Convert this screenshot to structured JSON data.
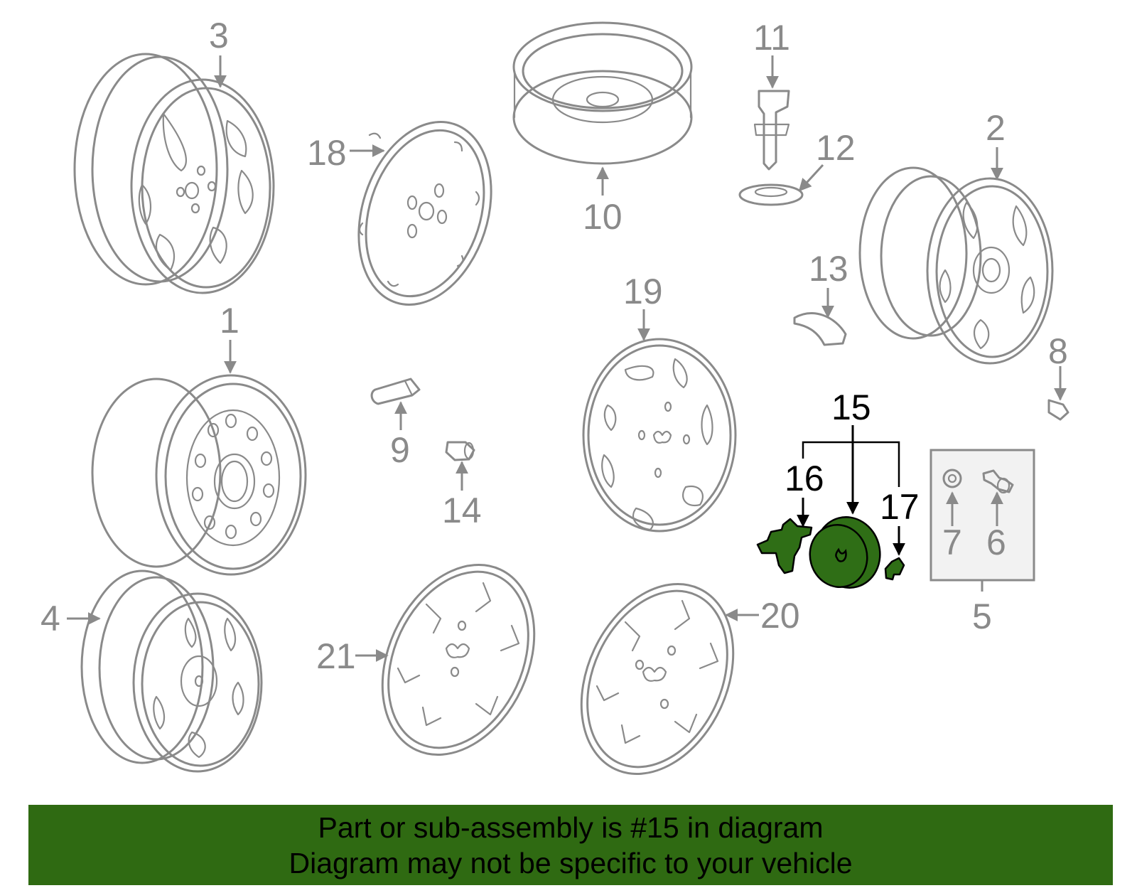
{
  "diagram": {
    "callouts": {
      "c1": "1",
      "c2": "2",
      "c3": "3",
      "c4": "4",
      "c5": "5",
      "c6": "6",
      "c7": "7",
      "c8": "8",
      "c9": "9",
      "c10": "10",
      "c11": "11",
      "c12": "12",
      "c13": "13",
      "c14": "14",
      "c15": "15",
      "c16": "16",
      "c17": "17",
      "c18": "18",
      "c19": "19",
      "c20": "20",
      "c21": "21"
    },
    "highlighted_part": "15",
    "colors": {
      "highlight_fill": "#2f6e16",
      "line_gray": "#8a8a8a",
      "banner_green": "#2f6a12",
      "kit_box_fill": "#f2f2f2"
    }
  },
  "footer": {
    "line1": "Part or sub-assembly is #15 in diagram",
    "line2": "Diagram may not be specific to your vehicle"
  }
}
